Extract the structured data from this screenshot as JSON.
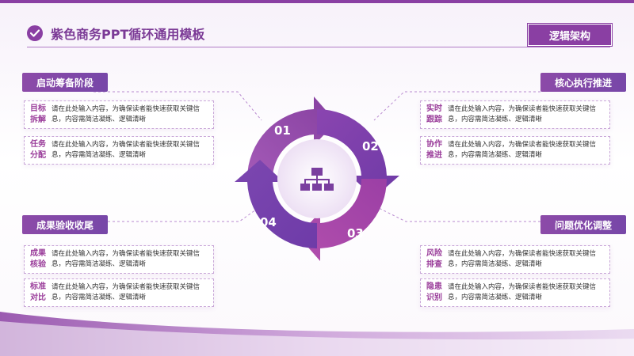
{
  "header": {
    "title": "紫色商务PPT循环通用模板",
    "tag": "逻辑架构"
  },
  "sections": {
    "top_left": {
      "title": "启动筹备阶段",
      "items": [
        {
          "label": "目标拆解",
          "text": "请在此处输入内容，为确保读者能快速获取关键信息，内容需简洁凝练、逻辑清晰"
        },
        {
          "label": "任务分配",
          "text": "请在此处输入内容，为确保读者能快速获取关键信息，内容需简洁凝练、逻辑清晰"
        }
      ]
    },
    "bottom_left": {
      "title": "成果验收收尾",
      "items": [
        {
          "label": "成果核验",
          "text": "请在此处输入内容，为确保读者能快速获取关键信息，内容需简洁凝练、逻辑清晰"
        },
        {
          "label": "标准对比",
          "text": "请在此处输入内容，为确保读者能快速获取关键信息，内容需简洁凝练、逻辑清晰"
        }
      ]
    },
    "top_right": {
      "title": "核心执行推进",
      "items": [
        {
          "label": "实时跟踪",
          "text": "请在此处输入内容，为确保读者能快速获取关键信息，内容需简洁凝练、逻辑清晰"
        },
        {
          "label": "协作推进",
          "text": "请在此处输入内容，为确保读者能快速获取关键信息，内容需简洁凝练、逻辑清晰"
        }
      ]
    },
    "bottom_right": {
      "title": "问题优化调整",
      "items": [
        {
          "label": "风险排查",
          "text": "请在此处输入内容，为确保读者能快速获取关键信息，内容需简洁凝练、逻辑清晰"
        },
        {
          "label": "隐患识别",
          "text": "请在此处输入内容，为确保读者能快速获取关键信息，内容需简洁凝练、逻辑清晰"
        }
      ]
    }
  },
  "cycle": {
    "steps": [
      "01",
      "02",
      "03",
      "04"
    ],
    "center_icon": "hierarchy-icon"
  },
  "colors": {
    "primary": "#8a3fa3",
    "secondary": "#7747a8",
    "label": "#9b3f9b"
  }
}
